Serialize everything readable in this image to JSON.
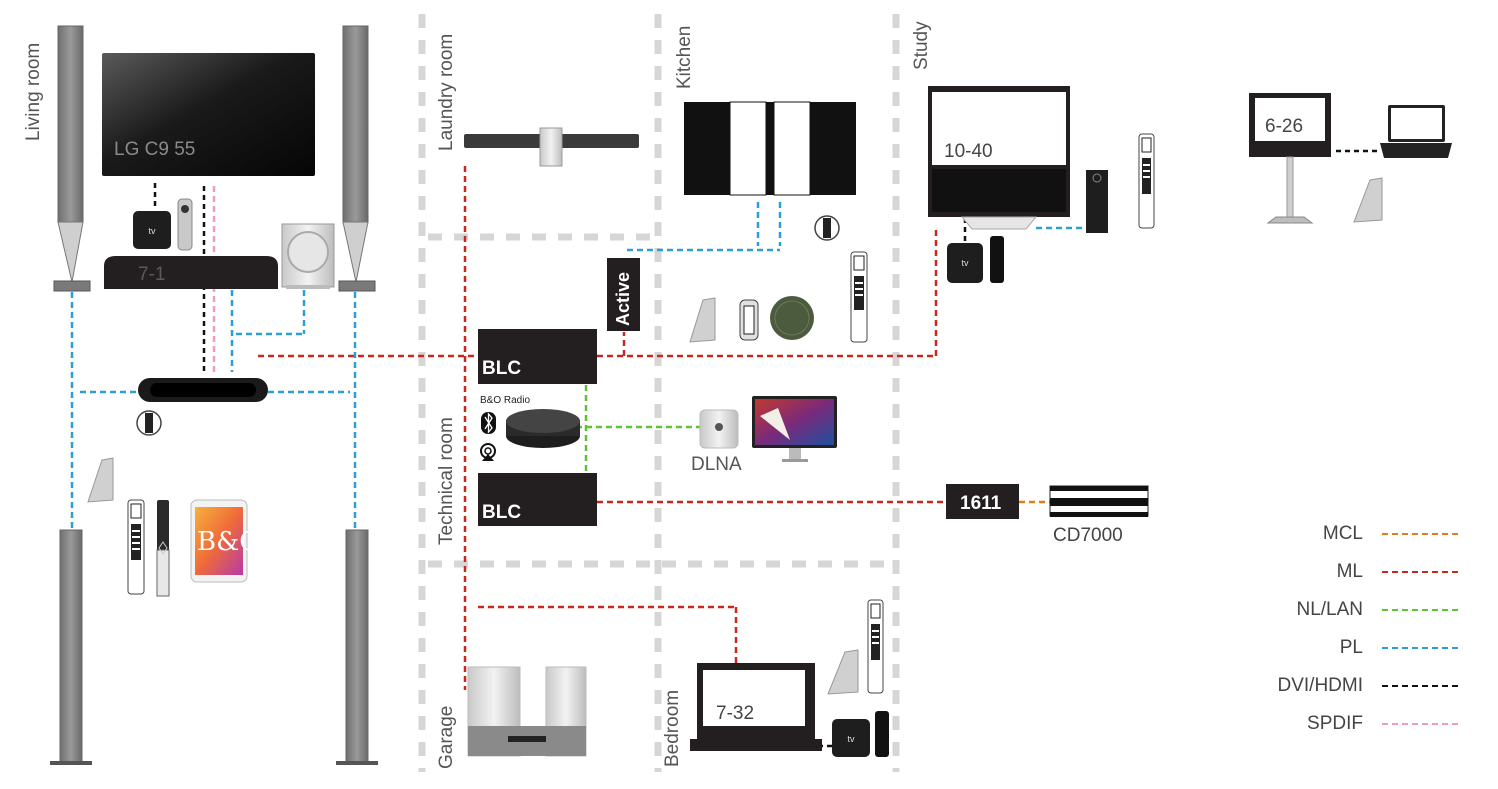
{
  "rooms": {
    "living": "Living room",
    "laundry": "Laundry room",
    "kitchen": "Kitchen",
    "study": "Study",
    "technical": "Technical room",
    "garage": "Garage",
    "bedroom": "Bedroom"
  },
  "devices": {
    "lg_tv": "LG C9 55",
    "beosound_7_1": "7-1",
    "blc_top": "BLC",
    "blc_bottom": "BLC",
    "active": "Active",
    "bo_radio": "B&O Radio",
    "dlna": "DLNA",
    "beovision_10_40": "10-40",
    "beovision_6_26": "6-26",
    "beovision_7_32": "7-32",
    "beomaster_1611": "1611",
    "beocenter_cd7000": "CD7000",
    "bo_logo": "B&O"
  },
  "legend": [
    {
      "label": "MCL",
      "color": "#e07c1c"
    },
    {
      "label": "ML",
      "color": "#c8281e"
    },
    {
      "label": "NL/LAN",
      "color": "#5cc531"
    },
    {
      "label": "PL",
      "color": "#2a9fd6"
    },
    {
      "label": "DVI/HDMI",
      "color": "#111111"
    },
    {
      "label": "SPDIF",
      "color": "#f29ac4"
    }
  ],
  "colors": {
    "room_border": "#d6d6d6",
    "device_dark": "#231f20",
    "speaker_grey": "#8a8a8a"
  }
}
